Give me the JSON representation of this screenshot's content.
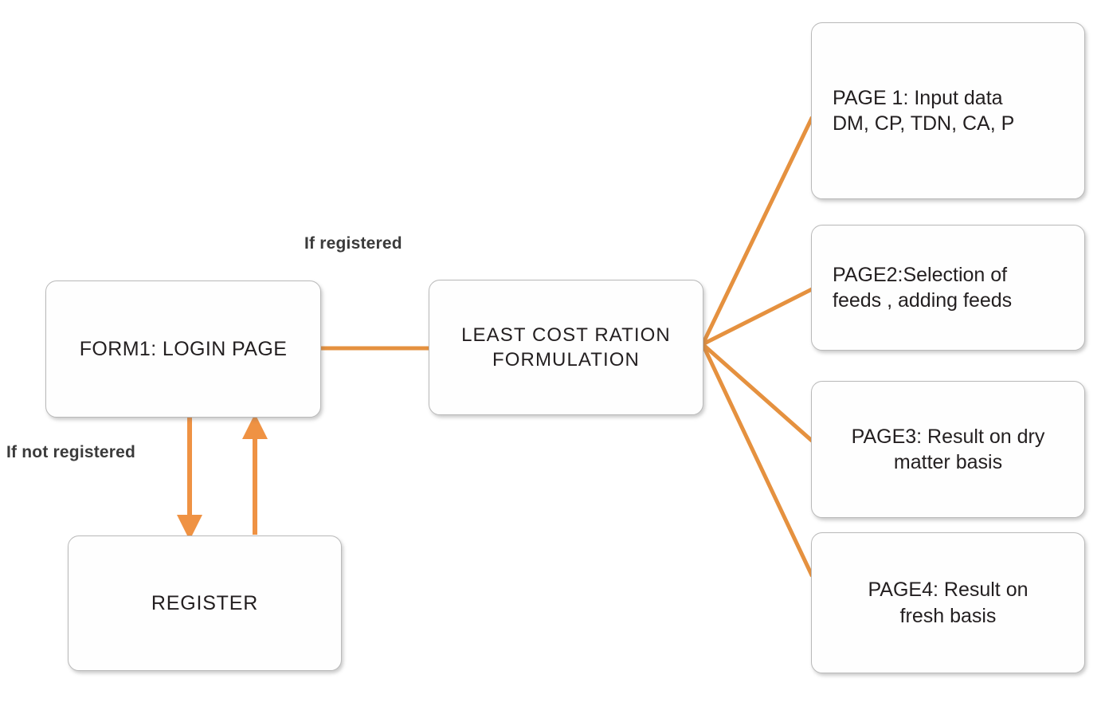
{
  "diagram": {
    "title": "Least Cost Ration Formulation application flow",
    "accent_color": "#e5913f",
    "box_border_color": "#b9b9b9",
    "text_color": "#231f20",
    "background_color": "#ffffff"
  },
  "nodes": {
    "form1": {
      "label": "FORM1: LOGIN PAGE"
    },
    "register": {
      "label": "REGISTER"
    },
    "hub": {
      "label": "LEAST COST  RATION\nFORMULATION"
    },
    "page1": {
      "label": "PAGE 1: Input data\nDM, CP, TDN, CA, P"
    },
    "page2": {
      "label": "PAGE2:Selection of\nfeeds , adding feeds"
    },
    "page3": {
      "label": "PAGE3: Result on dry\nmatter basis"
    },
    "page4": {
      "label": "PAGE4: Result on\nfresh basis"
    }
  },
  "edge_labels": {
    "if_registered": "If registered",
    "if_not_registered": "If not registered"
  },
  "connectors": [
    {
      "name": "form1-to-hub",
      "from": "form1",
      "to": "hub",
      "kind": "line",
      "arrow": "none"
    },
    {
      "name": "form1-to-register",
      "from": "form1",
      "to": "register",
      "kind": "line",
      "arrow": "end"
    },
    {
      "name": "register-to-form1",
      "from": "register",
      "to": "form1",
      "kind": "line",
      "arrow": "end"
    },
    {
      "name": "hub-to-page1",
      "from": "hub",
      "to": "page1",
      "kind": "line",
      "arrow": "none"
    },
    {
      "name": "hub-to-page2",
      "from": "hub",
      "to": "page2",
      "kind": "line",
      "arrow": "none"
    },
    {
      "name": "hub-to-page3",
      "from": "hub",
      "to": "page3",
      "kind": "line",
      "arrow": "none"
    },
    {
      "name": "hub-to-page4",
      "from": "hub",
      "to": "page4",
      "kind": "line",
      "arrow": "none"
    }
  ]
}
